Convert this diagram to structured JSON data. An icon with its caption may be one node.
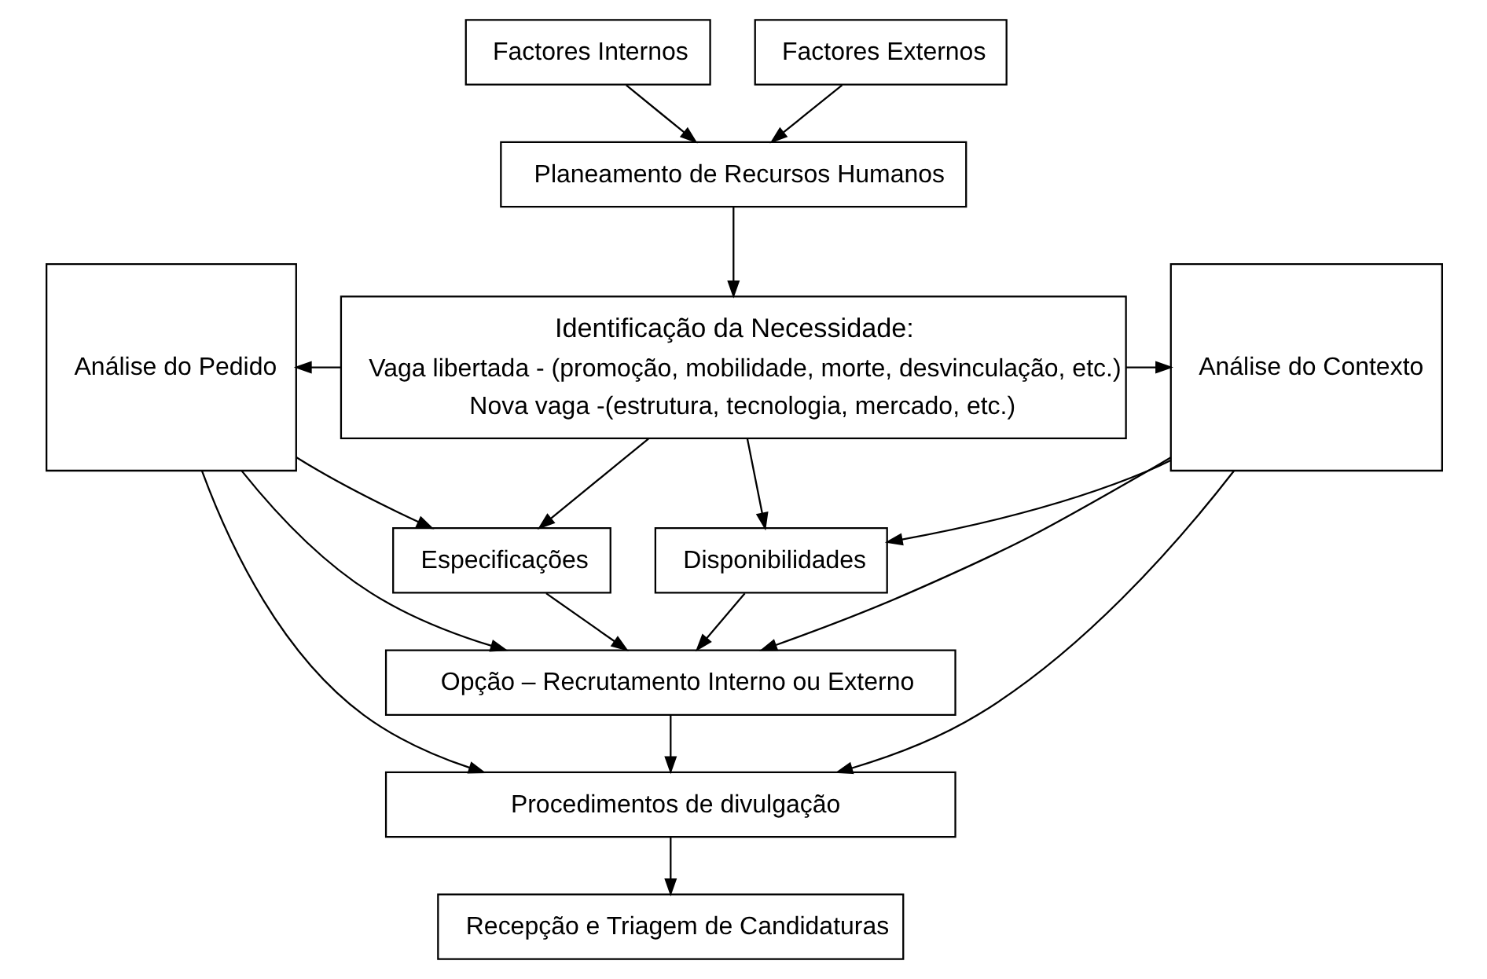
{
  "diagram": {
    "nodes": [
      {
        "text": [
          "Factores Internos"
        ]
      },
      {
        "text": [
          "Factores Externos"
        ]
      },
      {
        "text": [
          "Planeamento de Recursos Humanos"
        ]
      },
      {
        "text": [
          "Análise do Pedido"
        ]
      },
      {
        "text": [
          "Identificação da Necessidade:",
          "Vaga libertada - (promoção, mobilidade, morte, desvinculação, etc.)",
          "Nova vaga -(estrutura, tecnologia, mercado, etc.)"
        ]
      },
      {
        "text": [
          "Análise do Contexto"
        ]
      },
      {
        "text": [
          "Especificações"
        ]
      },
      {
        "text": [
          "Disponibilidades"
        ]
      },
      {
        "text": [
          "Opção – Recrutamento Interno ou Externo"
        ]
      },
      {
        "text": [
          "Procedimentos de divulgação"
        ]
      },
      {
        "text": [
          "Recepção e Triagem de Candidaturas"
        ]
      }
    ],
    "edges": [
      {
        "from": 0,
        "to": 2,
        "arrow": "to"
      },
      {
        "from": 1,
        "to": 2,
        "arrow": "to"
      },
      {
        "from": 2,
        "to": 4,
        "arrow": "to"
      },
      {
        "from": 4,
        "to": 3,
        "arrow": "to"
      },
      {
        "from": 4,
        "to": 5,
        "arrow": "to"
      },
      {
        "from": 4,
        "to": 6,
        "arrow": "to"
      },
      {
        "from": 4,
        "to": 7,
        "arrow": "to"
      },
      {
        "from": 3,
        "to": 6,
        "arrow": "to"
      },
      {
        "from": 5,
        "to": 7,
        "arrow": "to"
      },
      {
        "from": 6,
        "to": 8,
        "arrow": "to"
      },
      {
        "from": 7,
        "to": 8,
        "arrow": "to"
      },
      {
        "from": 3,
        "to": 8,
        "arrow": "to"
      },
      {
        "from": 5,
        "to": 8,
        "arrow": "to"
      },
      {
        "from": 8,
        "to": 9,
        "arrow": "to"
      },
      {
        "from": 3,
        "to": 9,
        "arrow": "to"
      },
      {
        "from": 5,
        "to": 9,
        "arrow": "to"
      },
      {
        "from": 9,
        "to": 10,
        "arrow": "to"
      }
    ]
  }
}
